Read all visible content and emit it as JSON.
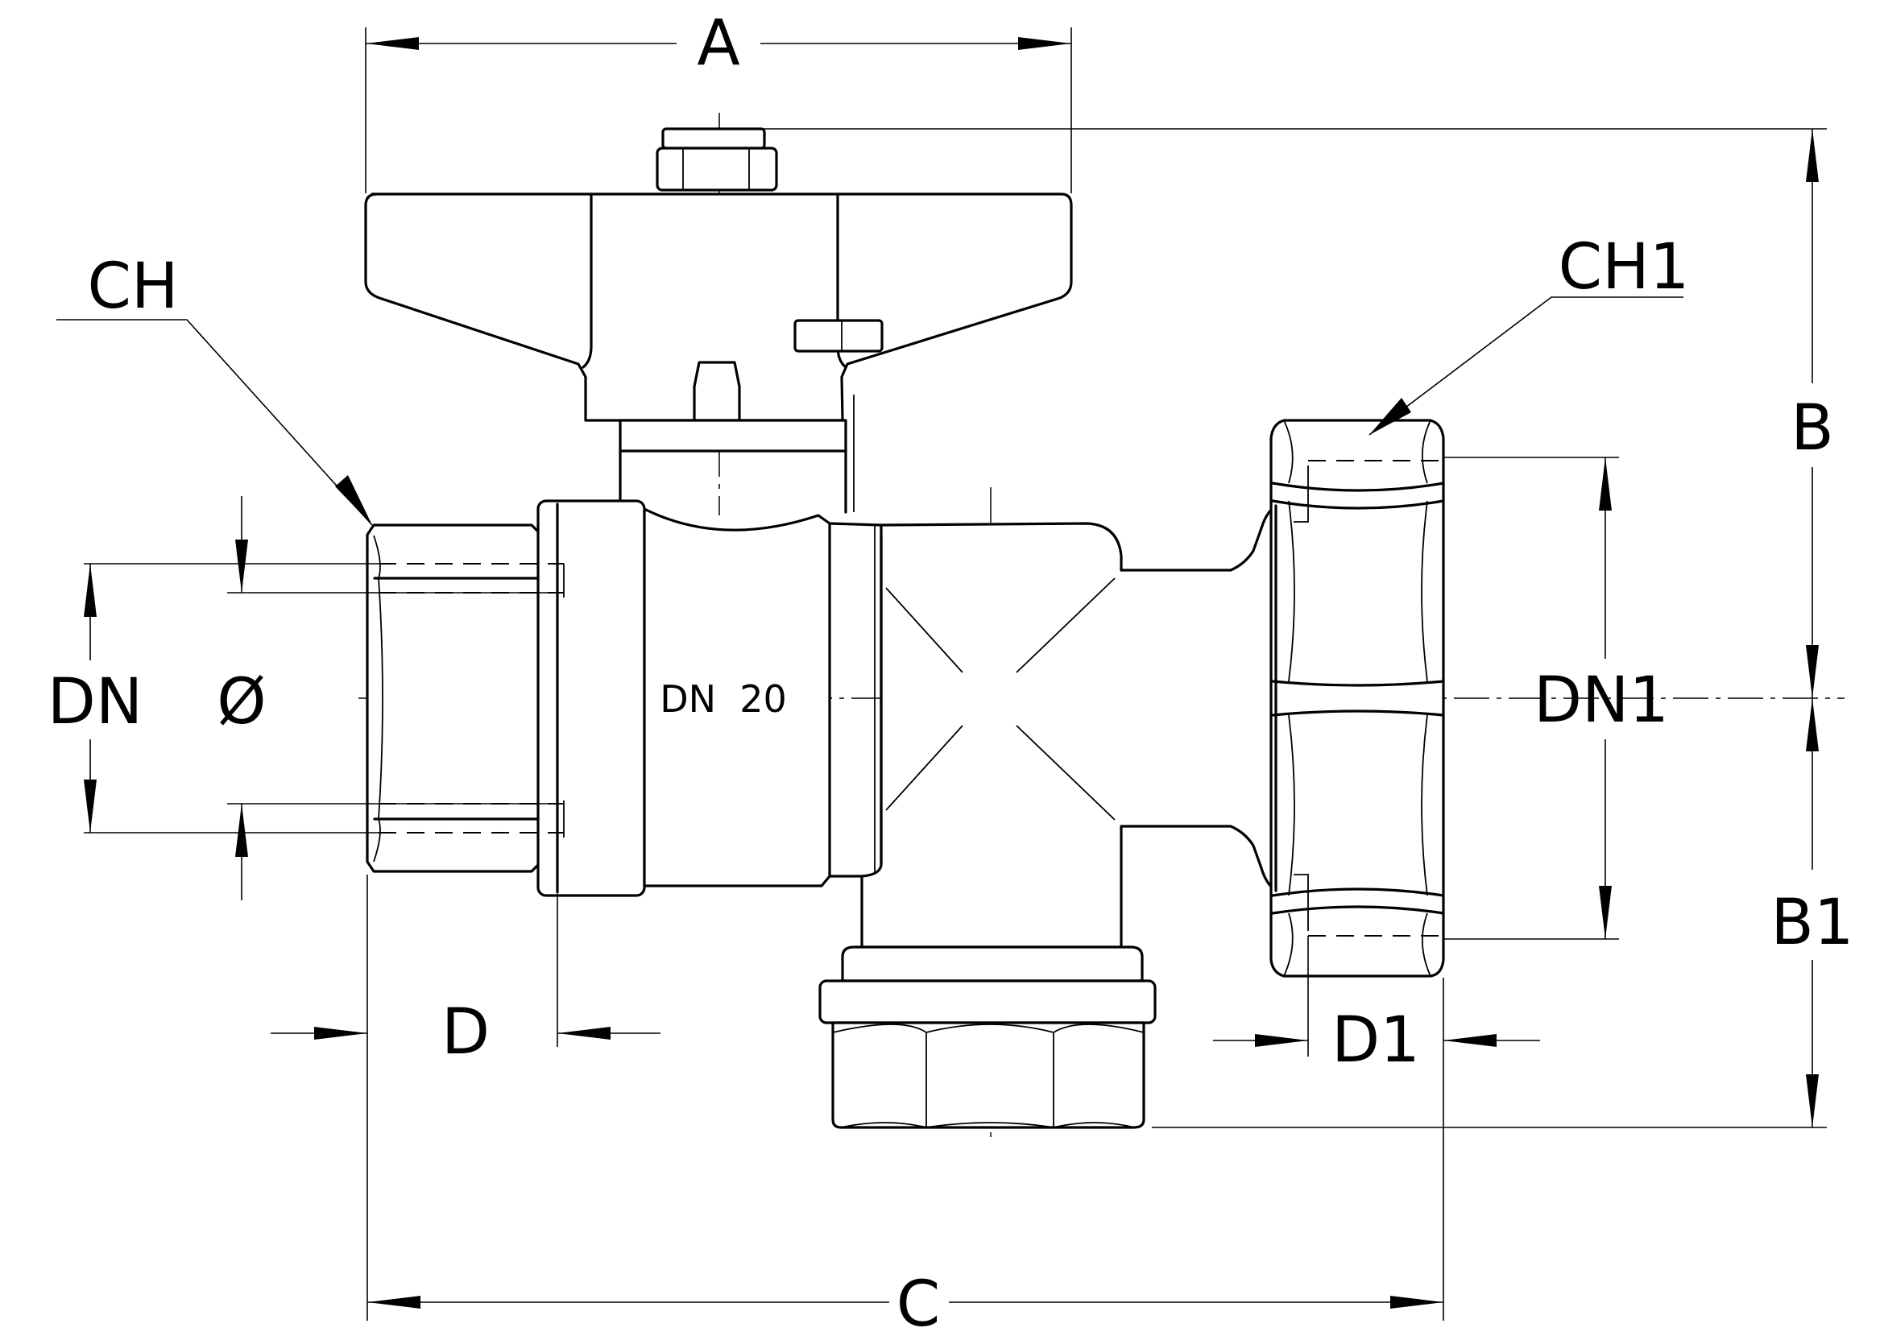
{
  "labels": {
    "a": "A",
    "b": "B",
    "b1": "B1",
    "c": "C",
    "ch": "CH",
    "ch1": "CH1",
    "d": "D",
    "d1": "D1",
    "dn": "DN",
    "dn1": "DN1",
    "diameter": "Ø",
    "body_marking": "DN  20"
  }
}
